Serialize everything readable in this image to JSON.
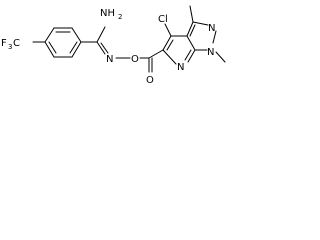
{
  "molecule": {
    "labels": {
      "f3c": "F",
      "f3c_sub": "3",
      "f3c_c": "C",
      "nh2_n": "NH",
      "nh2_sub": "2",
      "oxime_n": "N",
      "oxime_o": "O",
      "cl": "Cl",
      "ester_o": "O",
      "pyridine_n": "N",
      "pyrazole_n1": "N",
      "pyrazole_n2": "N"
    },
    "colors": {
      "bond": "#000000",
      "text": "#000000",
      "background": "#ffffff"
    }
  }
}
